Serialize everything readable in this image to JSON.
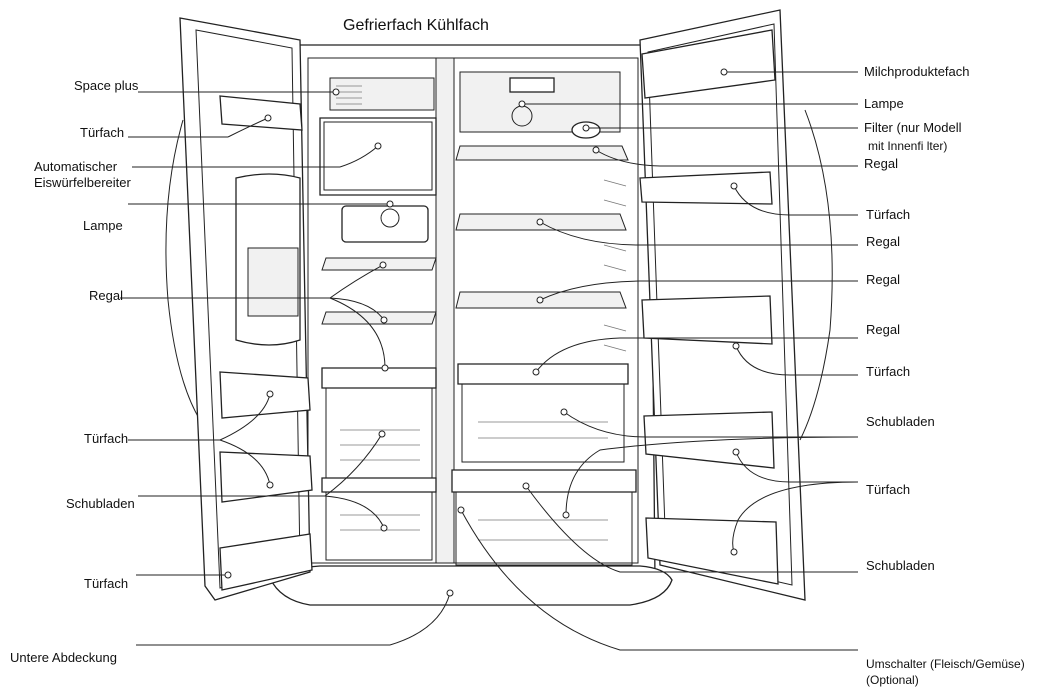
{
  "title": "Gefrierfach Kühlfach",
  "labels_left": {
    "space_plus": "Space plus",
    "tuerfach_1": "Türfach",
    "eiswuerfel_line1": "Automatischer",
    "eiswuerfel_line2": "Eiswürfelbereiter",
    "lampe": "Lampe",
    "regal": "Regal",
    "tuerfach_2": "Türfach",
    "schubladen": "Schubladen",
    "tuerfach_3": "Türfach",
    "untere_abdeckung": "Untere Abdeckung"
  },
  "labels_right": {
    "milchproduktefach": "Milchproduktefach",
    "lampe": "Lampe",
    "filter_line1": "Filter (nur Modell",
    "filter_line2": "mit Innenfi lter)",
    "regal_1": "Regal",
    "tuerfach_1": "Türfach",
    "regal_2": "Regal",
    "regal_3": "Regal",
    "regal_4": "Regal",
    "tuerfach_2": "Türfach",
    "schubladen_1": "Schubladen",
    "tuerfach_3": "Türfach",
    "schubladen_2": "Schubladen",
    "umschalter_line1": "Umschalter (Fleisch/Gemüse)",
    "umschalter_line2": "(Optional)"
  }
}
